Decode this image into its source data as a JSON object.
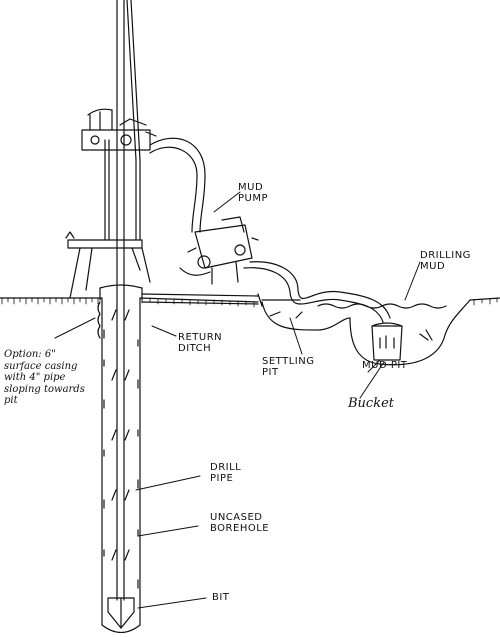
{
  "labels": {
    "mud_pump": "MUD\nPUMP",
    "drilling_mud": "DRILLING\nMUD",
    "return_ditch": "RETURN\nDITCH",
    "settling_pit": "SETTLING\nPIT",
    "mud_pit": "MUD PIT",
    "bucket": "Bucket",
    "option_note": "Option: 6\"\nsurface casing\nwith 4\" pipe\nsloping towards\npit",
    "drill_pipe": "DRILL\nPIPE",
    "uncased_borehole": "UNCASED\nBOREHOLE",
    "bit": "BIT"
  }
}
